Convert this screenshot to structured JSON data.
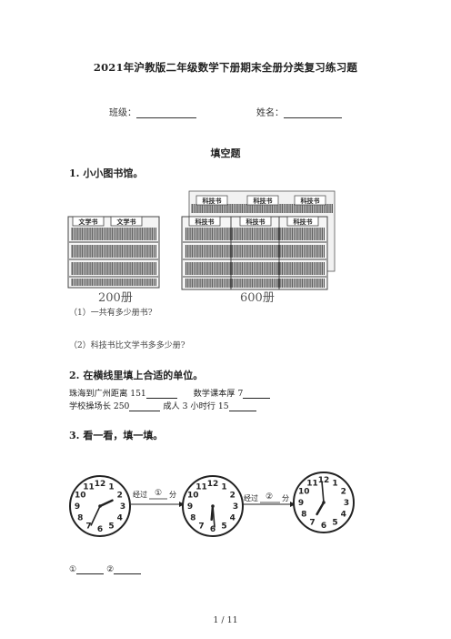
{
  "title": "2021年沪教版二年级数学下册期末全册分类复习练习题",
  "fields": {
    "class_label": "班级：",
    "name_label": "姓名："
  },
  "section": "填空题",
  "q1": {
    "heading": "1. 小小图书馆。",
    "shelf_label_literature": "文学书",
    "shelf_label_science": "科技书",
    "count_left": "200册",
    "count_right": "600册",
    "sub1": "（1）一共有多少册书?",
    "sub2": "（2）科技书比文学书多多少册?"
  },
  "q2": {
    "heading": "2. 在横线里填上合适的单位。",
    "line1_a": "珠海到广州距离 151",
    "line1_b": "数学课本厚 7",
    "line2_a": "学校操场长 250",
    "line2_b": "成人 3 小时行 15"
  },
  "q3": {
    "heading": "3. 看一看，填一填。",
    "pass1": "经过",
    "mark1": "①",
    "unit1": "分",
    "pass2": "经过",
    "mark2": "②",
    "unit2": "分",
    "answer1": "①",
    "answer2": "②"
  },
  "pager": "1 / 11"
}
